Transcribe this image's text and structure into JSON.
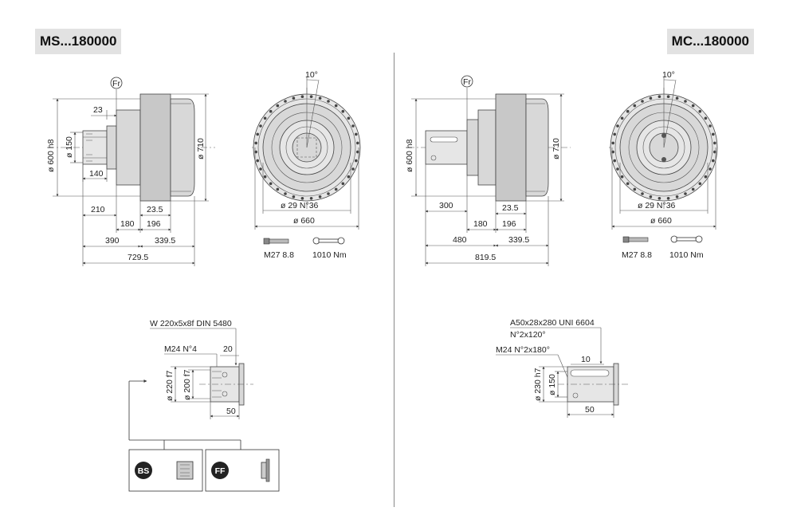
{
  "left": {
    "title": "MS...180000",
    "side": {
      "fr": "Fr",
      "d23": "23",
      "d600": "ø 600 h8",
      "d150": "ø 150",
      "d140": "140",
      "d710": "ø 710",
      "d210": "210",
      "d180": "180",
      "d23_5": "23.5",
      "d196": "196",
      "d390": "390",
      "d339_5": "339.5",
      "d729_5": "729.5"
    },
    "front": {
      "angle": "10°",
      "holes": "ø 29 N°36",
      "d660": "ø 660",
      "bolt": "M27 8.8",
      "torque": "1010 Nm"
    },
    "detail": {
      "spline": "W 220x5x8f DIN 5480",
      "thread": "M24 N°4",
      "d20": "20",
      "d220": "ø 220 f7",
      "d200": "ø 200 f7",
      "d50": "50"
    },
    "options": [
      {
        "badge": "BS"
      },
      {
        "badge": "FF"
      }
    ]
  },
  "right": {
    "title": "MC...180000",
    "side": {
      "fr": "Fr",
      "d600": "ø 600 h8",
      "d710": "ø 710",
      "d300": "300",
      "d180": "180",
      "d23_5": "23.5",
      "d196": "196",
      "d480": "480",
      "d339_5": "339.5",
      "d819_5": "819.5"
    },
    "front": {
      "angle": "10°",
      "holes": "ø 29 N°36",
      "d660": "ø 660",
      "bolt": "M27 8.8",
      "torque": "1010 Nm"
    },
    "detail": {
      "key": "A50x28x280 UNI 6604",
      "key2": "N°2x120°",
      "thread": "M24 N°2x180°",
      "d10": "10",
      "d230": "ø 230 h7",
      "d150": "ø 150",
      "d50": "50"
    }
  }
}
